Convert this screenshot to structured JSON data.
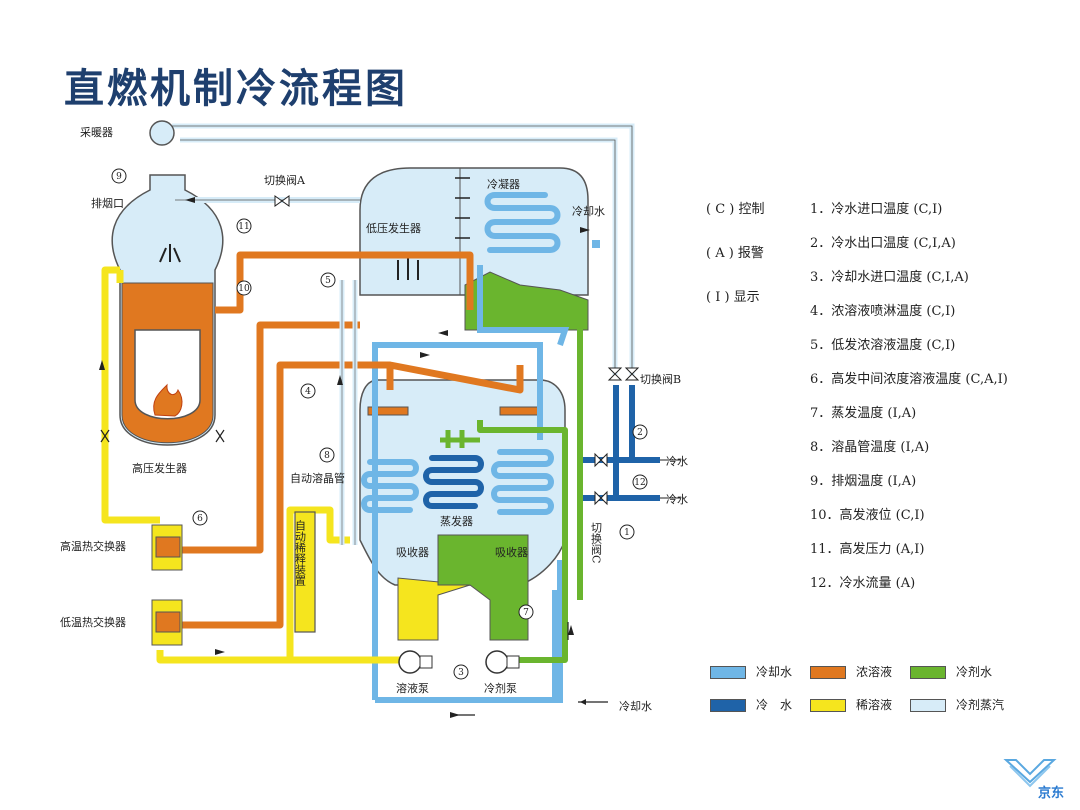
{
  "title": "直燃机制冷流程图",
  "labels": {
    "heater": "采暖器",
    "exhaust": "排烟口",
    "valve_a": "切换阀A",
    "valve_b": "切换阀B",
    "valve_c": "切换阀C",
    "condenser": "冷凝器",
    "cooling_water_out": "冷却水",
    "lp_generator": "低压发生器",
    "hp_generator": "高压发生器",
    "auto_dilute_valve": "自动溶晶管",
    "ht_exchanger": "高温热交换器",
    "lt_exchanger": "低温热交换器",
    "evaporator": "蒸发器",
    "absorber_left": "吸收器",
    "absorber_right": "吸收器",
    "solution_pump": "溶液泵",
    "refrigerant_pump": "冷剂泵",
    "cooling_water_in": "冷却水",
    "chilled_water_1": "冷水",
    "chilled_water_2": "冷水",
    "auto_dilute_device": "自动稀释装置"
  },
  "sensor_numbers": [
    "9",
    "11",
    "10",
    "5",
    "4",
    "6",
    "8",
    "7",
    "3",
    "2",
    "12",
    "1"
  ],
  "legend_codes": [
    "( C ) 控制",
    "( A ) 报警",
    "( I ) 显示"
  ],
  "legend_points": [
    "1．冷水进口温度 (C,I)",
    "2．冷水出口温度 (C,I,A)",
    "3．冷却水进口温度 (C,I,A)",
    "4．浓溶液喷淋温度 (C,I)",
    "5．低发浓溶液温度 (C,I)",
    "6．高发中间浓度溶液温度 (C,A,I)",
    "7．蒸发温度 (I,A)",
    "8．溶晶管温度 (I,A)",
    "9．排烟温度 (I,A)",
    "10．高发液位 (C,I)",
    "11．高发压力 (A,I)",
    "12．冷水流量 (A)"
  ],
  "legend_colors": [
    {
      "label": "冷却水",
      "color": "#6fb6e6"
    },
    {
      "label": "浓溶液",
      "color": "#e07820"
    },
    {
      "label": "冷剂水",
      "color": "#6ab52e"
    },
    {
      "label": "冷　水",
      "color": "#1f63a8"
    },
    {
      "label": "稀溶液",
      "color": "#f5e51e"
    },
    {
      "label": "冷剂蒸汽",
      "color": "#d7ecf8"
    }
  ],
  "logo_text": "京东"
}
